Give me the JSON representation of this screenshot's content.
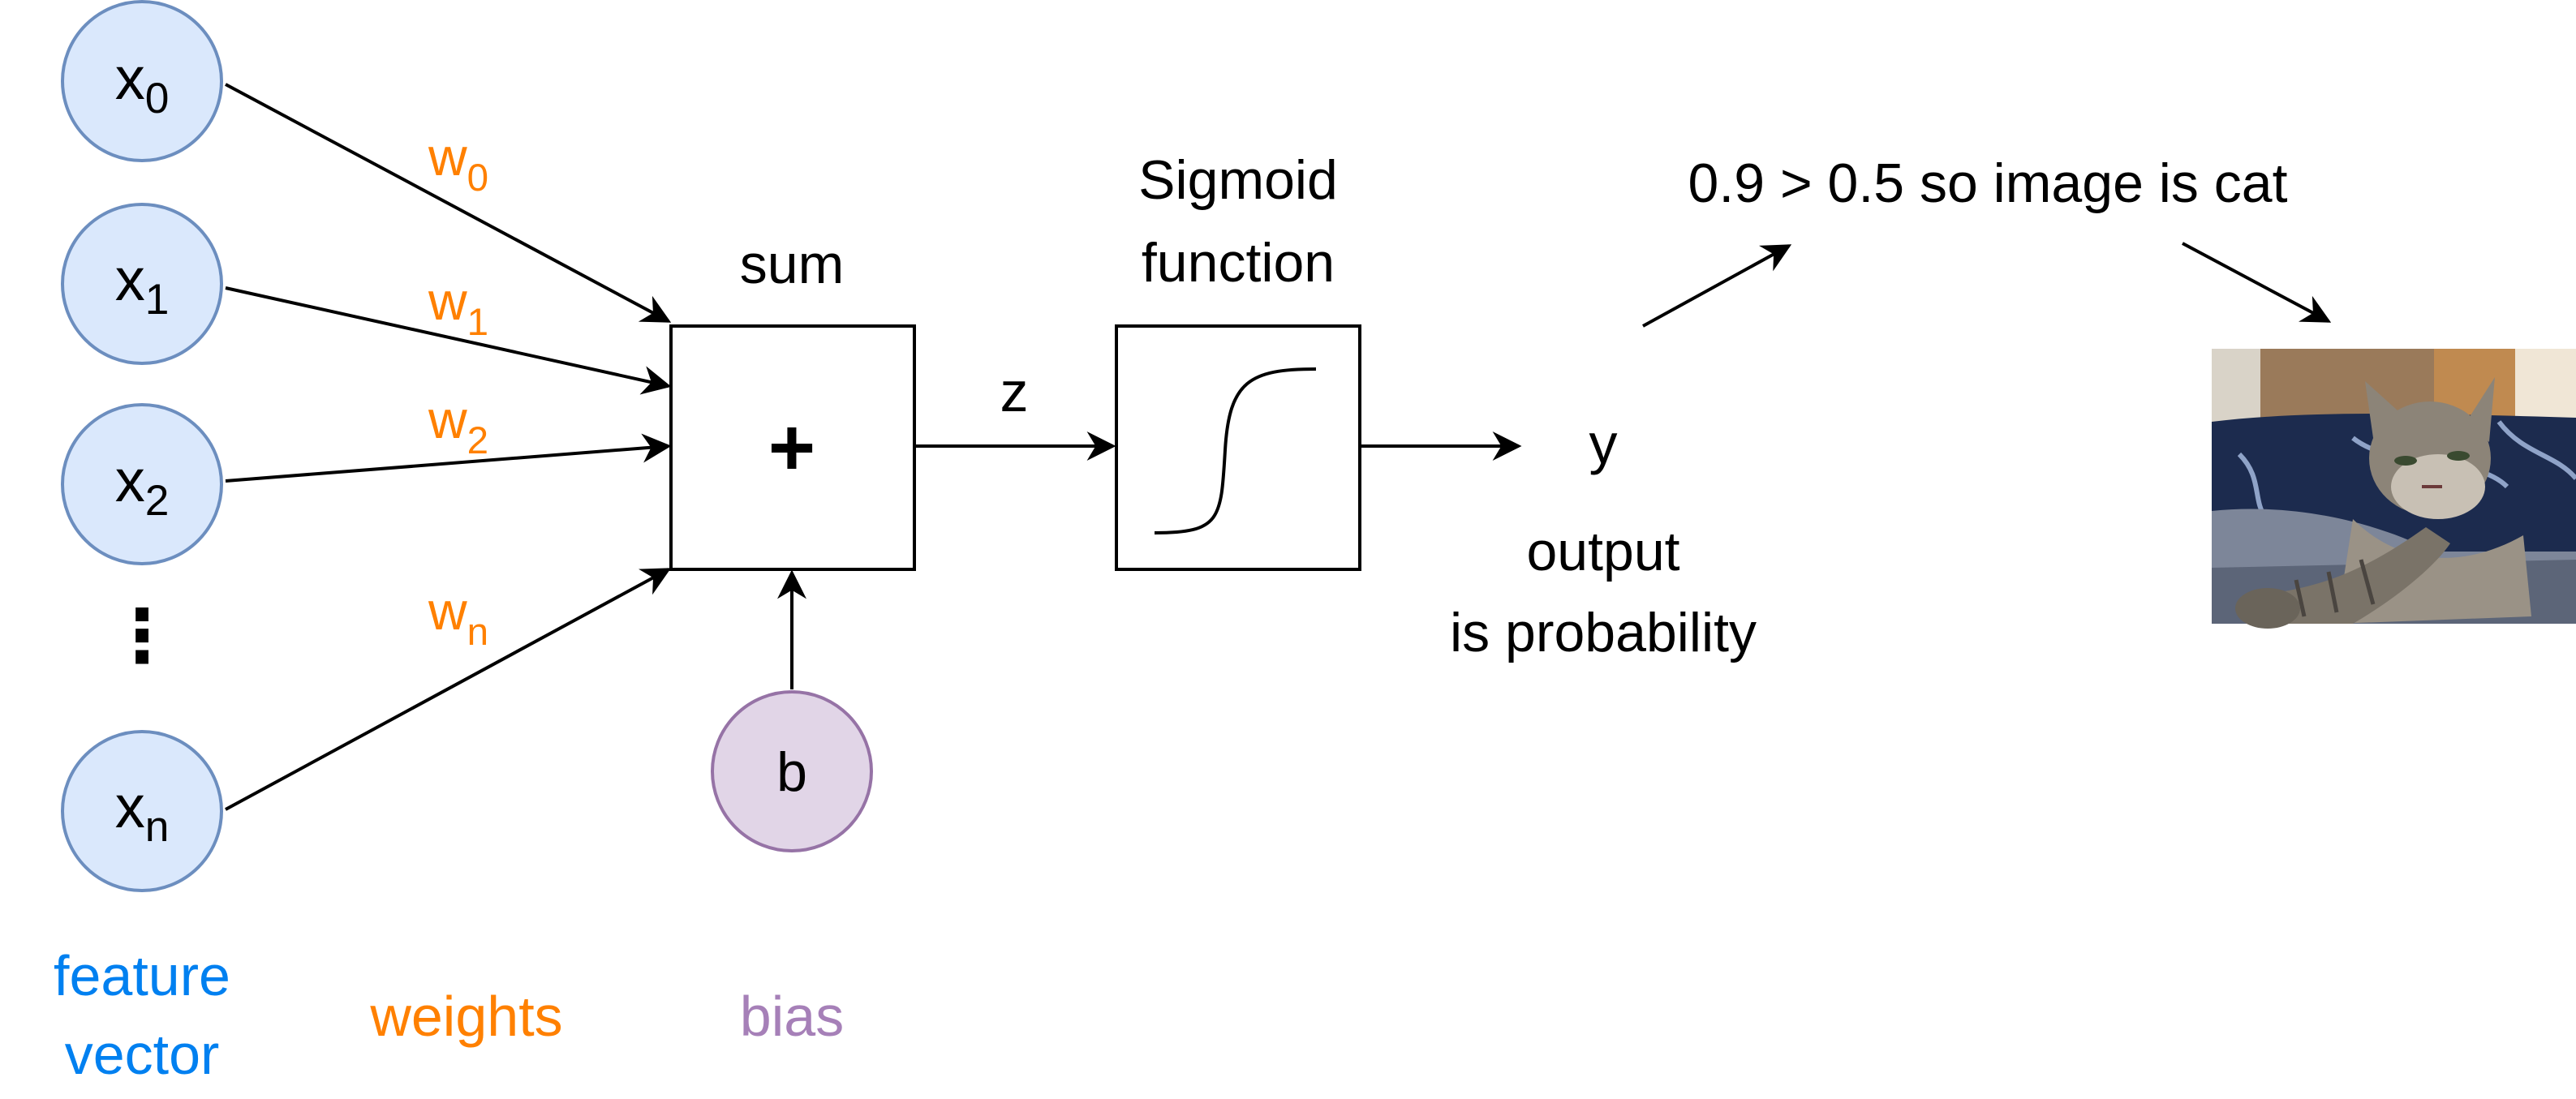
{
  "inputs": [
    {
      "base": "x",
      "sub": "0"
    },
    {
      "base": "x",
      "sub": "1"
    },
    {
      "base": "x",
      "sub": "2"
    },
    {
      "base": "x",
      "sub": "n"
    }
  ],
  "ellipsis": "⋮",
  "weights": [
    {
      "base": "w",
      "sub": "0"
    },
    {
      "base": "w",
      "sub": "1"
    },
    {
      "base": "w",
      "sub": "2"
    },
    {
      "base": "w",
      "sub": "n"
    }
  ],
  "sum": {
    "label": "sum",
    "symbol": "+"
  },
  "bias": {
    "symbol": "b"
  },
  "z_label": "z",
  "sigmoid": {
    "line1": "Sigmoid",
    "line2": "function"
  },
  "output": {
    "symbol": "y",
    "line1": "output",
    "line2": "is probability"
  },
  "decision": "0.9 > 0.5 so image is cat",
  "captions": {
    "feature_line1": "feature",
    "feature_line2": "vector",
    "weights": "weights",
    "bias": "bias"
  },
  "colors": {
    "input_fill": "#DAE8FC",
    "input_stroke": "#6C8EBF",
    "bias_fill": "#E1D5E7",
    "bias_stroke": "#9673A6",
    "weight_text": "#FF8000",
    "feature_caption": "#0080F0",
    "bias_caption": "#A680B8"
  },
  "image": {
    "subject": "cat-photo"
  }
}
